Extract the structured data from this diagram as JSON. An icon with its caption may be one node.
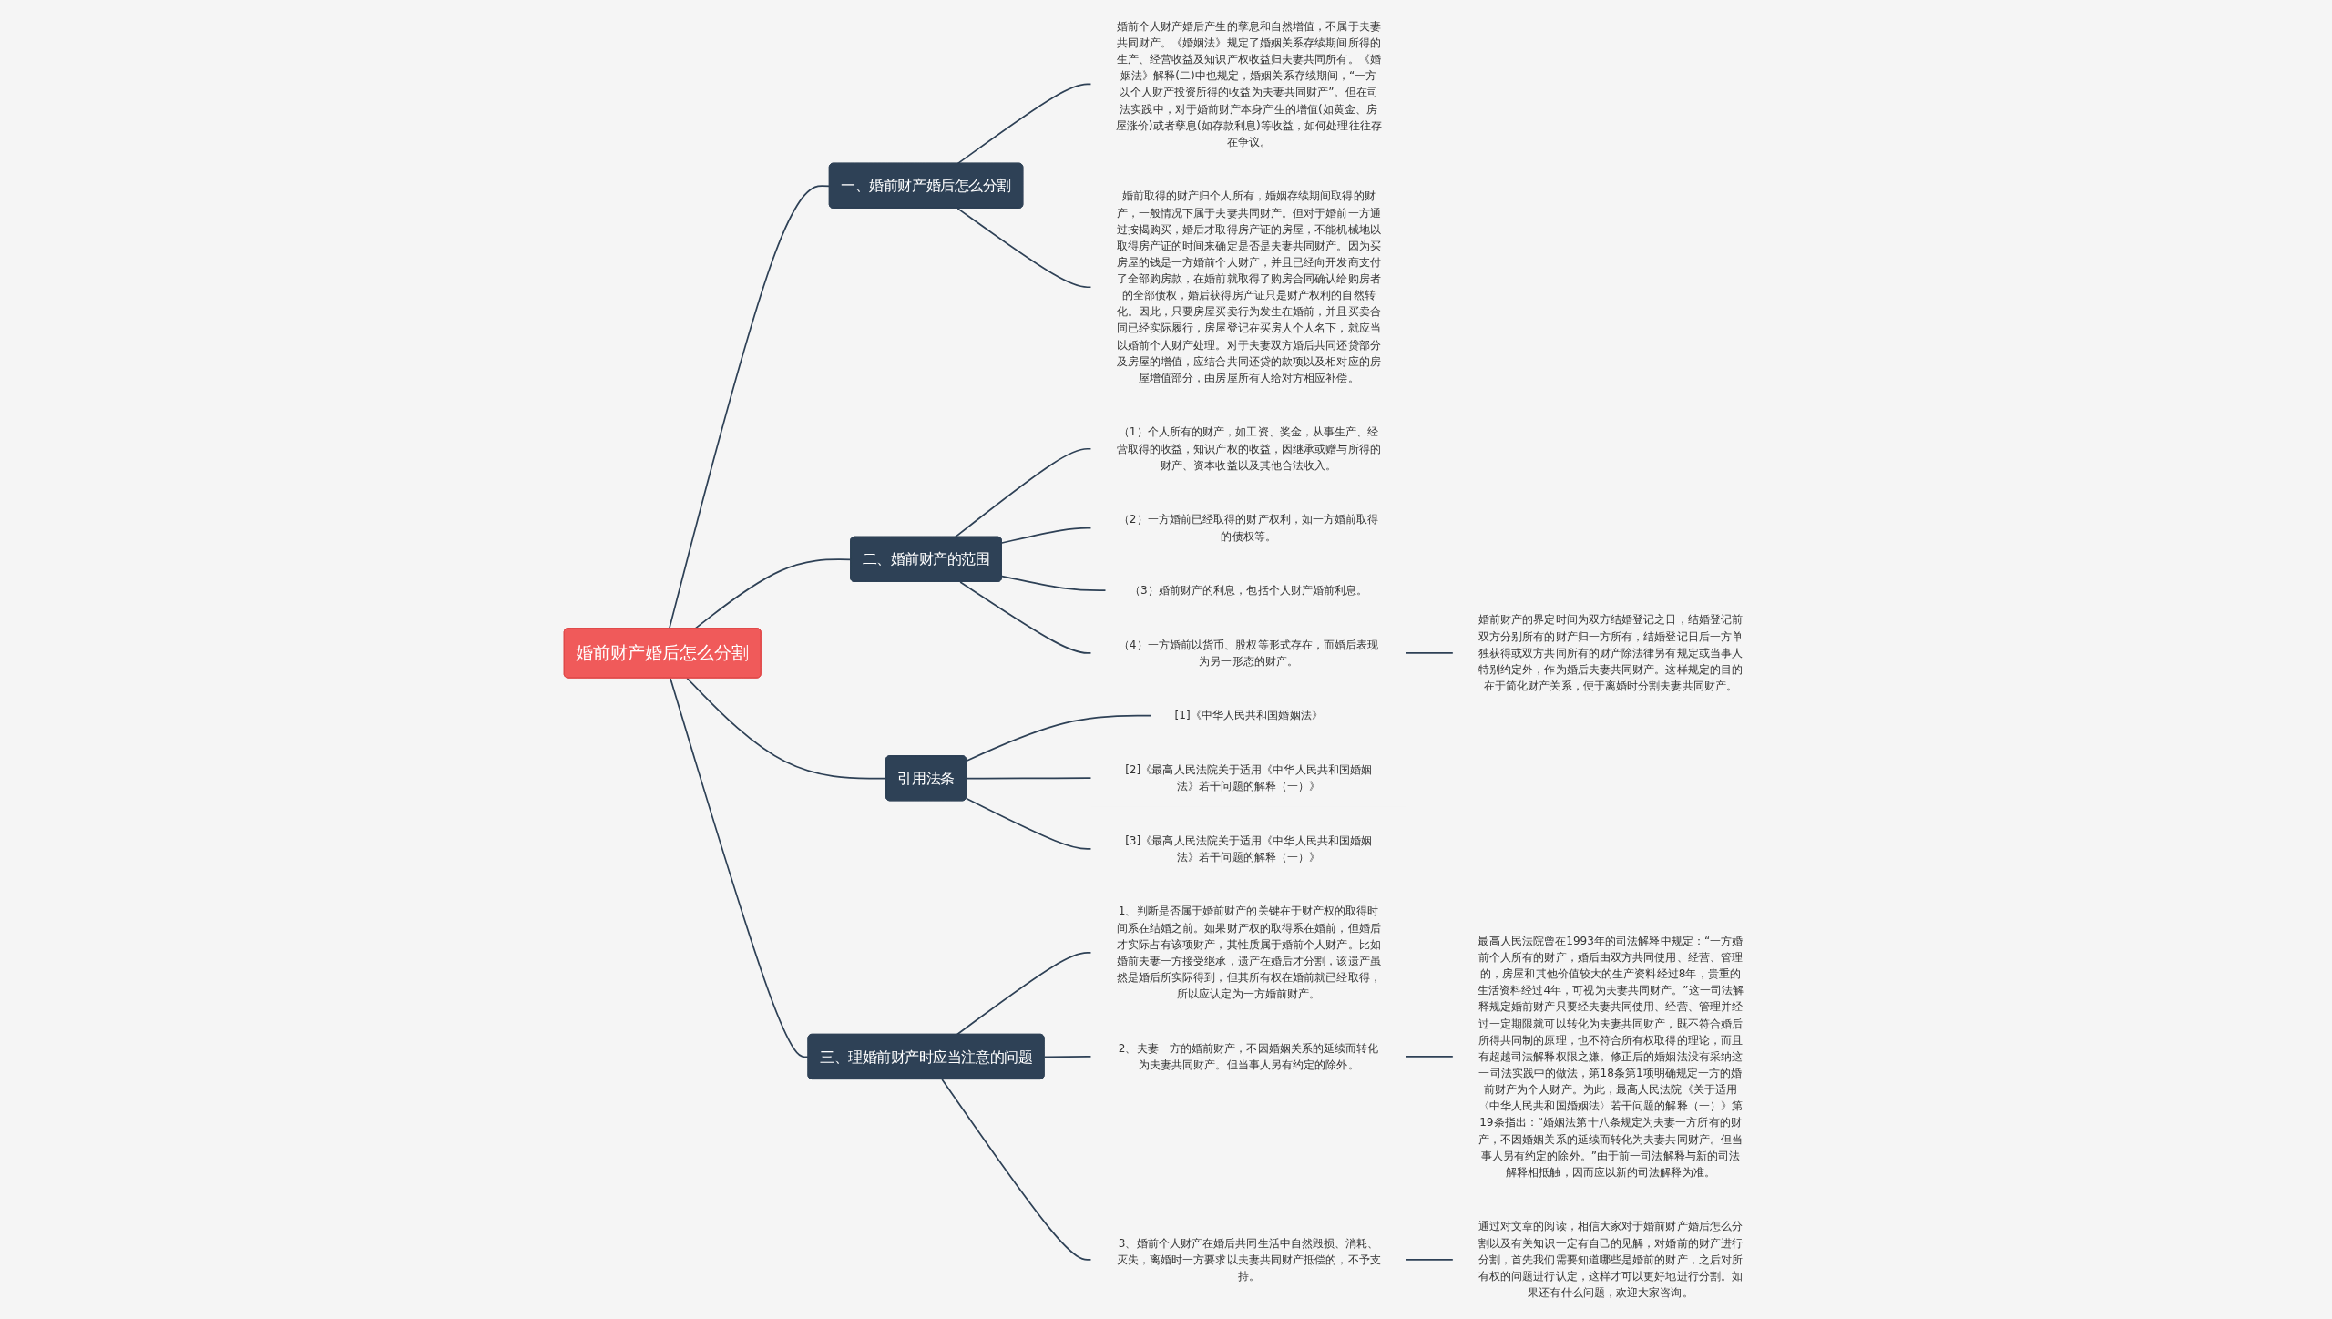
{
  "diagram": {
    "nodes": [
      {
        "text": [
          "婚前财产婚后怎么分割"
        ]
      },
      {
        "text": [
          "一、婚前财产婚后怎么分割"
        ]
      },
      {
        "text": [
          "婚前个人财产婚后产生的孳息和自然增值，不属于夫妻共同财产。《婚姻法》规定了婚姻关系存续期间所得的生产、经营收益及知识产权收益归夫妻共同所有。《婚姻法》解释(二)中也规定，婚姻关系存续期间，“一方以个人财产投资所得的收益为夫妻共同财产”。但在司法实践中，对于婚前财产本身产生的增值(如黄金、房屋涨价)或者孳息(如存款利息)等收益，如何处理往往存在争议。"
        ]
      },
      {
        "text": [
          "婚前取得的财产归个人所有，婚姻存续期间取得的财产，一般情况下属于夫妻共同财产。但对于婚前一方通过按揭购买，婚后才取得房产证的房屋，不能机械地以取得房产证的时间来确定是否是夫妻共同财产。因为买房屋的钱是一方婚前个人财产，并且已经向开发商支付了全部购房款，在婚前就取得了购房合同确认给购房者的全部债权，婚后获得房产证只是财产权利的自然转化。因此，只要房屋买卖行为发生在婚前，并且买卖合同已经实际履行，房屋登记在买房人个人名下，就应当以婚前个人财产处理。对于夫妻双方婚后共同还贷部分及房屋的增值，应结合共同还贷的款项以及相对应的房屋增值部分，由房屋所有人给对方相应补偿。"
        ]
      },
      {
        "text": [
          "二、婚前财产的范围"
        ]
      },
      {
        "text": [
          "（1）个人所有的财产，如工资、奖金，从事生产、经营取得的收益，知识产权的收益，因继承或赠与所得的财产、资本收益以及其他合法收入。"
        ]
      },
      {
        "text": [
          "（2）一方婚前已经取得的财产权利，如一方婚前取得的债权等。"
        ]
      },
      {
        "text": [
          "（3）婚前财产的利息，包括个人财产婚前利息。"
        ]
      },
      {
        "text": [
          "（4）一方婚前以货币、股权等形式存在，而婚后表现为另一形态的财产。"
        ]
      },
      {
        "text": [
          "婚前财产的界定时间为双方结婚登记之日，结婚登记前双方分别所有的财产归一方所有，结婚登记日后一方单独获得或双方共同所有的财产除法律另有规定或当事人特别约定外，作为婚后夫妻共同财产。这样规定的目的在于简化财产关系，便于离婚时分割夫妻共同财产。"
        ]
      },
      {
        "text": [
          "引用法条"
        ]
      },
      {
        "text": [
          "[1]《中华人民共和国婚姻法》"
        ]
      },
      {
        "text": [
          "[2]《最高人民法院关于适用《中华人民共和国婚姻法》若干问题的解释（一）》"
        ]
      },
      {
        "text": [
          "[3]《最高人民法院关于适用《中华人民共和国婚姻法》若干问题的解释（一）》"
        ]
      },
      {
        "text": [
          "三、理婚前财产时应当注意的问题"
        ]
      },
      {
        "text": [
          "1、判断是否属于婚前财产的关键在于财产权的取得时间系在结婚之前。如果财产权的取得系在婚前，但婚后才实际占有该项财产，其性质属于婚前个人财产。比如婚前夫妻一方接受继承，遗产在婚后才分割，该遗产虽然是婚后所实际得到，但其所有权在婚前就已经取得，所以应认定为一方婚前财产。"
        ]
      },
      {
        "text": [
          "2、夫妻一方的婚前财产，不因婚姻关系的延续而转化为夫妻共同财产。但当事人另有约定的除外。"
        ]
      },
      {
        "text": [
          "最高人民法院曾在1993年的司法解释中规定：“一方婚前个人所有的财产，婚后由双方共同使用、经营、管理的，房屋和其他价值较大的生产资料经过8年，贵重的生活资料经过4年，可视为夫妻共同财产。”这一司法解释规定婚前财产只要经夫妻共同使用、经营、管理并经过一定期限就可以转化为夫妻共同财产，既不符合婚后所得共同制的原理，也不符合所有权取得的理论，而且有超越司法解释权限之嫌。修正后的婚姻法没有采纳这一司法实践中的做法，第18条第1项明确规定一方的婚前财产为个人财产。为此，最高人民法院《关于适用〈中华人民共和国婚姻法〉若干问题的解释（一）》第19条指出：“婚姻法第十八条规定为夫妻一方所有的财产，不因婚姻关系的延续而转化为夫妻共同财产。但当事人另有约定的除外。”由于前一司法解释与新的司法解释相抵触，因而应以新的司法解释为准。"
        ]
      },
      {
        "text": [
          "3、婚前个人财产在婚后共同生活中自然毁损、消耗、灭失，离婚时一方要求以夫妻共同财产抵偿的，不予支持。"
        ]
      },
      {
        "text": [
          "通过对文章的阅读，相信大家对于婚前财产婚后怎么分割以及有关知识一定有自己的见解，对婚前的财产进行分割，首先我们需要知道哪些是婚前的财产，之后对所有权的问题进行认定，这样才可以更好地进行分割。如果还有什么问题，欢迎大家咨询。"
        ]
      }
    ],
    "edges": [
      {
        "from": 0,
        "to": 1,
        "arrow": "none"
      },
      {
        "from": 1,
        "to": 2,
        "arrow": "none"
      },
      {
        "from": 1,
        "to": 3,
        "arrow": "none"
      },
      {
        "from": 0,
        "to": 4,
        "arrow": "none"
      },
      {
        "from": 4,
        "to": 5,
        "arrow": "none"
      },
      {
        "from": 4,
        "to": 6,
        "arrow": "none"
      },
      {
        "from": 4,
        "to": 7,
        "arrow": "none"
      },
      {
        "from": 4,
        "to": 8,
        "arrow": "none"
      },
      {
        "from": 8,
        "to": 9,
        "arrow": "none"
      },
      {
        "from": 0,
        "to": 10,
        "arrow": "none"
      },
      {
        "from": 10,
        "to": 11,
        "arrow": "none"
      },
      {
        "from": 10,
        "to": 12,
        "arrow": "none"
      },
      {
        "from": 10,
        "to": 13,
        "arrow": "none"
      },
      {
        "from": 0,
        "to": 14,
        "arrow": "none"
      },
      {
        "from": 14,
        "to": 15,
        "arrow": "none"
      },
      {
        "from": 14,
        "to": 16,
        "arrow": "none"
      },
      {
        "from": 16,
        "to": 17,
        "arrow": "none"
      },
      {
        "from": 14,
        "to": 18,
        "arrow": "none"
      },
      {
        "from": 18,
        "to": 19,
        "arrow": "none"
      }
    ]
  }
}
